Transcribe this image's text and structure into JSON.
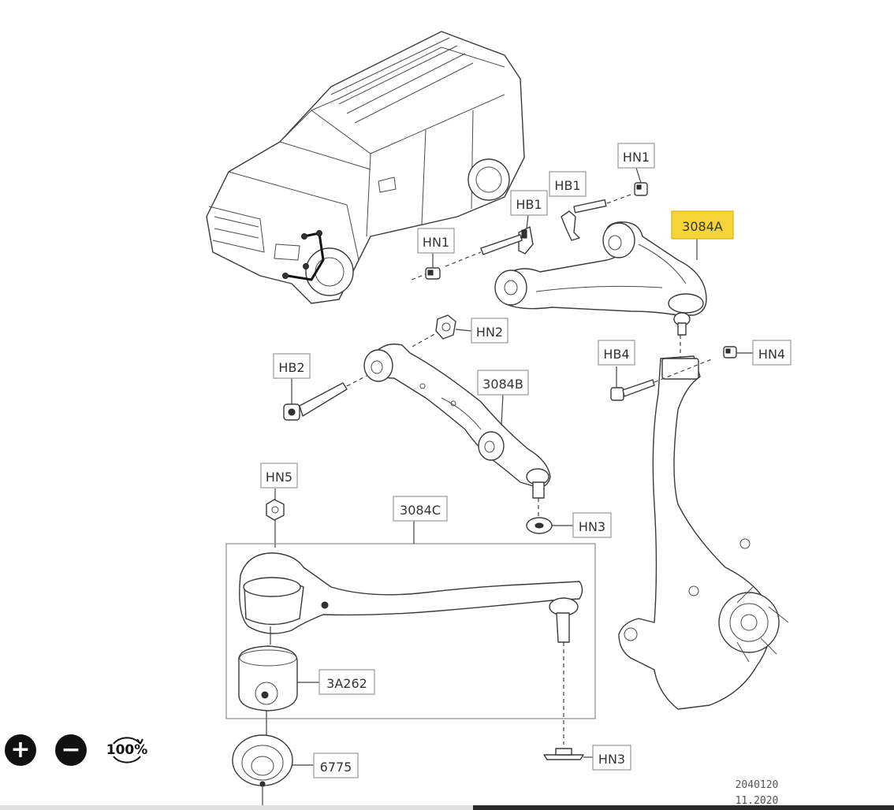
{
  "diagram": {
    "labels": {
      "hn1_top": "HN1",
      "hb1_top": "HB1",
      "hb1_mid": "HB1",
      "hn1_mid": "HN1",
      "part_3084a": "3084A",
      "hn2": "HN2",
      "hb2": "HB2",
      "part_3084b": "3084B",
      "hb4": "HB4",
      "hn4": "HN4",
      "hn5": "HN5",
      "part_3084c": "3084C",
      "hn3_upper": "HN3",
      "part_3a262": "3A262",
      "part_6775": "6775",
      "hn3_lower": "HN3"
    },
    "highlight_color": "#f6d53a",
    "reference": {
      "code": "2040120",
      "date": "11.2020"
    }
  },
  "zoom": {
    "zoom_in_icon": "plus-icon",
    "zoom_in_symbol": "+",
    "zoom_out_icon": "minus-icon",
    "zoom_out_symbol": "−",
    "reset_label": "100%"
  }
}
